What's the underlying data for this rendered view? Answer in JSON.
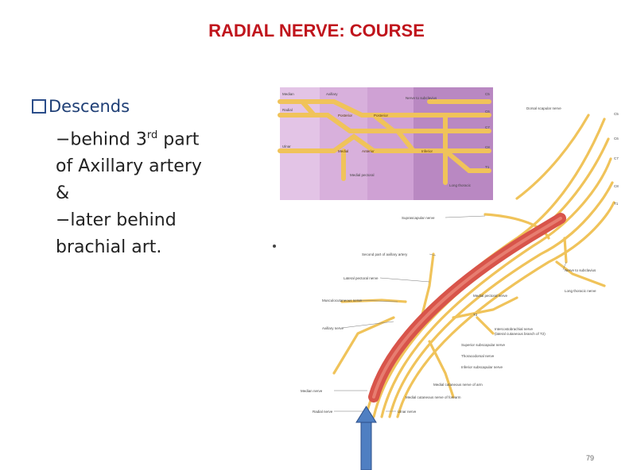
{
  "title": "RADIAL NERVE: COURSE",
  "bullet": {
    "heading": "Descends",
    "line1_pre": "−behind 3",
    "line1_sup": "rd",
    "line1_post": " part",
    "line2": "of Axillary artery",
    "line3": "&",
    "line4": "−later behind",
    "line5": "brachial art."
  },
  "page_number": "79",
  "plexus_labels": {
    "median": "Median",
    "radial": "Radial",
    "ulnar": "Ulnar",
    "axillary": "Axillary",
    "posterior1": "Posterior",
    "posterior2": "Posterior",
    "medial": "Medial",
    "anterior": "Anterior",
    "inferior": "Inferior",
    "upper": "Nerve to subclavius",
    "c5": "C5",
    "c6": "C6",
    "c7": "C7",
    "c8": "C8",
    "t1": "T1",
    "medial_pectoral": "Medial pectoral",
    "long_thoracic": "Long thoracic"
  },
  "right_labels": {
    "dorsal_scapular": "Dorsal scapular nerve",
    "c5": "C5",
    "c6": "C6",
    "c7": "C7",
    "c8": "C8",
    "t1": "T1",
    "suprascapular": "Suprascapular nerve",
    "nerve_subclavius": "Nerve to subclavius",
    "long_thoracic": "Long thoracic nerve",
    "second_part": "Second part of axillary artery",
    "lateral_pectoral": "Lateral pectoral nerve",
    "musculocutaneous": "Musculocutaneous nerve",
    "medial_pectoral": "Medial pectoral nerve",
    "t2": "T2",
    "intercostobrachial": "Intercostobrachial nerve",
    "intercostobrachial2": "(lateral cutaneous branch of T2)",
    "axillary": "Axillary nerve",
    "superior_subscap": "Superior subscapular nerve",
    "thoracodorsal": "Thoracodorsal nerve",
    "inferior_subscap": "Inferior subscapular nerve",
    "med_cut_arm": "Medial cutaneous nerve of arm",
    "med_cut_forearm": "Medial cutaneous nerve of forearm",
    "median_nerve": "Median nerve",
    "radial_nerve": "Radial nerve",
    "ulnar_nerve": "Ulnar nerve"
  },
  "colors": {
    "title": "#c0141c",
    "nerve": "#f0c35a",
    "artery": "#d8544a",
    "arrow": "#4f7fc2",
    "plexus_bg": "#c89bd0"
  }
}
